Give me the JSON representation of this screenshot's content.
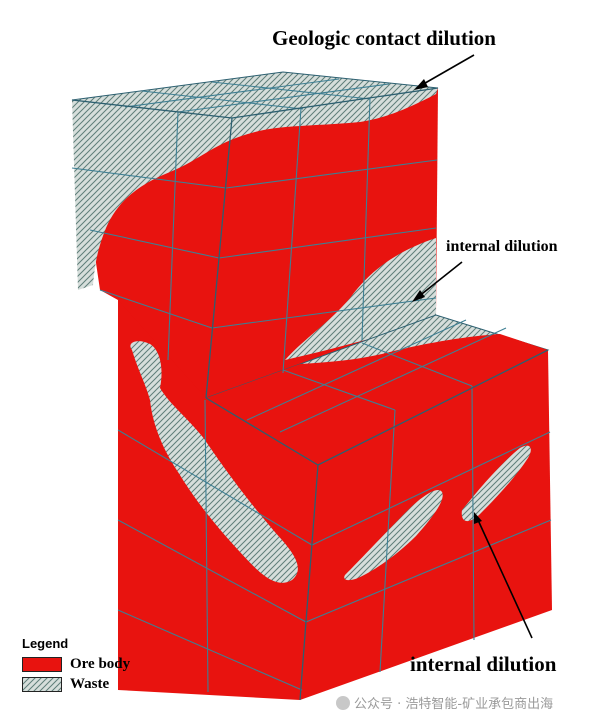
{
  "labels": {
    "geologic_contact": "Geologic contact dilution",
    "internal_top": "internal dilution",
    "internal_bottom": "internal dilution"
  },
  "legend": {
    "title": "Legend",
    "items": [
      {
        "label": "Ore body",
        "color": "#e8130f"
      },
      {
        "label": "Waste",
        "color": "#c9d3cf"
      }
    ]
  },
  "watermark": "公众号 · 浩特智能-矿业承包商出海",
  "colors": {
    "ore": "#e8130f",
    "ore_dark": "#cf0c0a",
    "waste": "#c9d3cf",
    "grid": "#3e7f93",
    "edge": "#2c5f70"
  }
}
